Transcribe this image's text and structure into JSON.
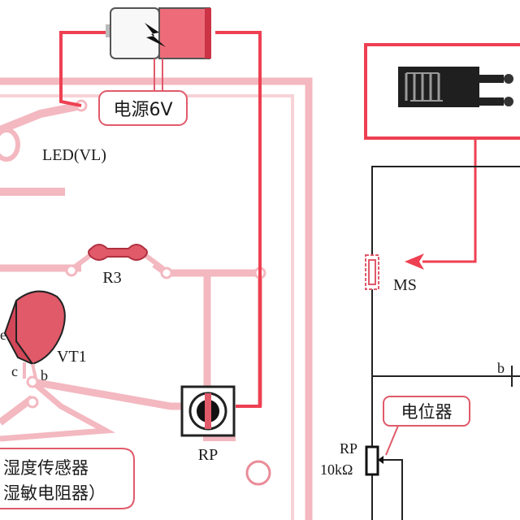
{
  "labels": {
    "power": "电源6V",
    "led": "LED(VL)",
    "r3": "R3",
    "vt1": "VT1",
    "pin_c": "c",
    "pin_b": "b",
    "pin_e": "e",
    "rp_board": "RP",
    "sensor_line1": "湿度传感器",
    "sensor_line2": "湿敏电阻器）",
    "ms": "MS",
    "b_right": "b",
    "potentiometer": "电位器",
    "rp_schematic": "RP",
    "rp_value": "10kΩ"
  },
  "colors": {
    "wire": "#ee4052",
    "board": "#f3b8c0",
    "board_dark": "#e98c98",
    "schematic_line": "#222222",
    "component_fill": "#e05a6a",
    "label_border": "#e05a6a"
  }
}
